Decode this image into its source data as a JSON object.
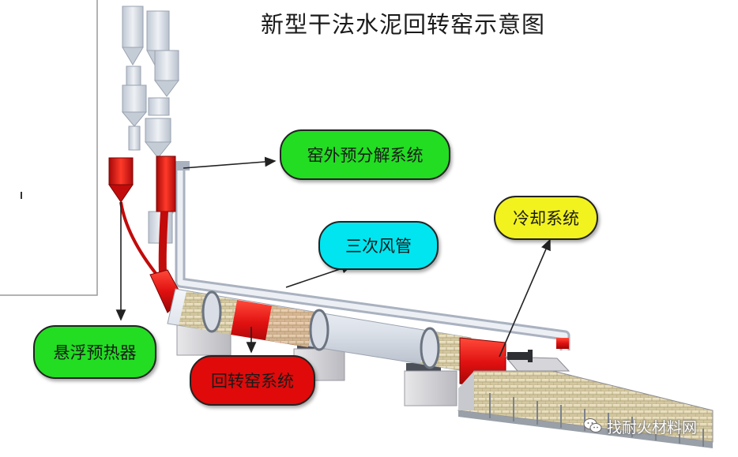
{
  "title": "新型干法水泥回转窑示意图",
  "labels": {
    "precalciner": "窑外预分解系统",
    "tertiary_duct": "三次风管",
    "cooler": "冷却系统",
    "preheater": "悬浮预热器",
    "kiln": "回转窑系统"
  },
  "colors": {
    "green": "#22dd22",
    "cyan": "#00e5f0",
    "yellow": "#f2f21e",
    "red": "#e00a0a"
  },
  "watermark": {
    "text": "找耐火材料网",
    "icon": "wechat-icon"
  }
}
